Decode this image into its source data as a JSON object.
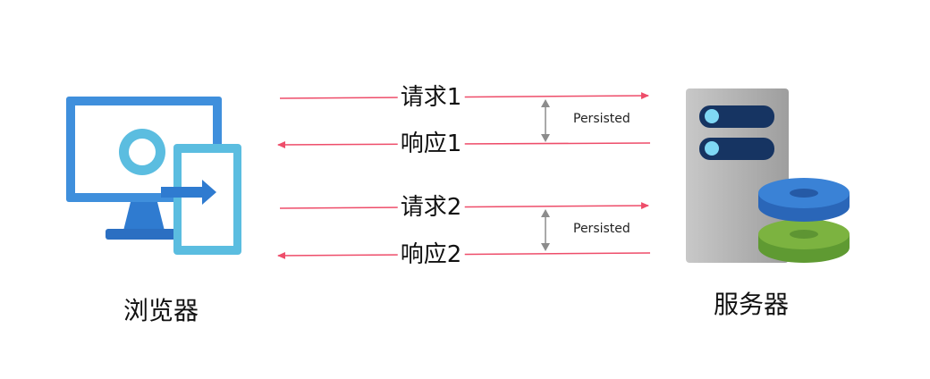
{
  "labels": {
    "browser": "浏览器",
    "server": "服务器",
    "request_1": "请求1",
    "response_1": "响应1",
    "request_2": "请求2",
    "response_2": "响应2",
    "persisted_1": "Persisted",
    "persisted_2": "Persisted"
  },
  "colors": {
    "arrow": "#ee4d6a",
    "connector": "#8c8c8c",
    "monitor_frame": "#3f8fdc",
    "monitor_stand": "#2b6fc2",
    "tablet": "#5bbde0",
    "server_body": "#a7a7a7",
    "server_slot": "#163462",
    "server_led": "#7fd8f5",
    "disk_blue": "#3a82d6",
    "disk_green": "#7cb340"
  }
}
